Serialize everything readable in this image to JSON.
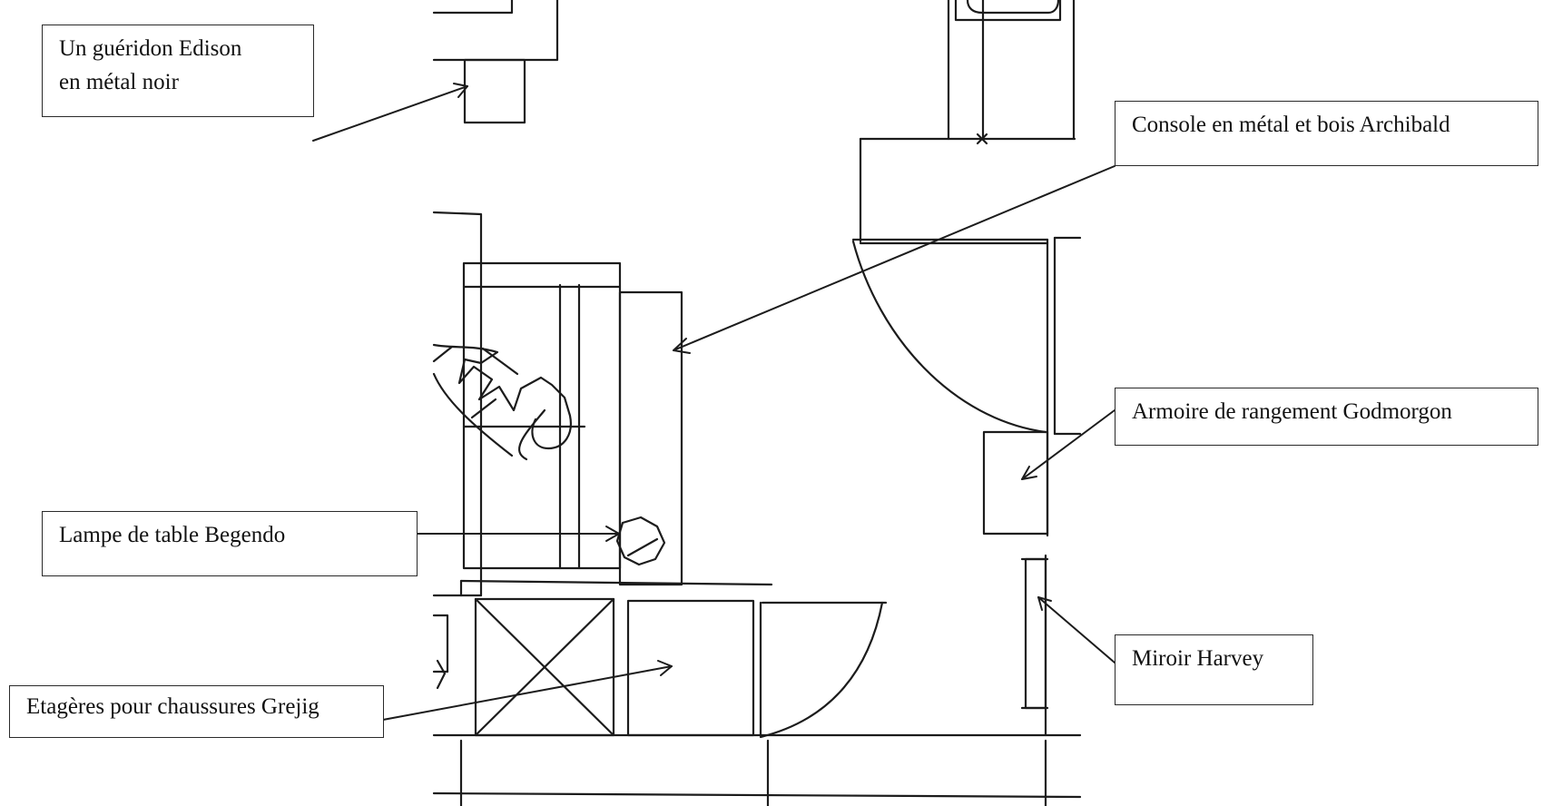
{
  "colors": {
    "ink": "#1c1c1c",
    "background": "#ffffff",
    "label_border": "#2a2a2a"
  },
  "labels": {
    "gueridon": {
      "line1": "Un guéridon Edison",
      "line2": "en métal noir"
    },
    "console": "Console en métal et bois Archibald",
    "armoire": "Armoire de rangement Godmorgon",
    "lampe": "Lampe de table Begendo",
    "miroir": "Miroir Harvey",
    "etageres": "Etagères pour chaussures Grejig"
  }
}
